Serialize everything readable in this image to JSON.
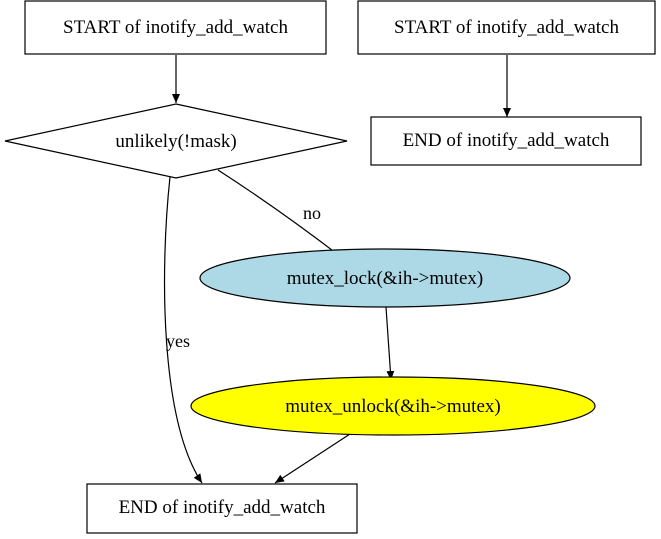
{
  "diagram": {
    "nodes": {
      "start_left": {
        "label": "START of inotify_add_watch",
        "shape": "box"
      },
      "start_right": {
        "label": "START of inotify_add_watch",
        "shape": "box"
      },
      "end_right": {
        "label": "END of inotify_add_watch",
        "shape": "box"
      },
      "decision": {
        "label": "unlikely(!mask)",
        "shape": "diamond"
      },
      "mutex_lock": {
        "label": "mutex_lock(&ih->mutex)",
        "shape": "ellipse",
        "fill": "#add8e6"
      },
      "mutex_unlock": {
        "label": "mutex_unlock(&ih->mutex)",
        "shape": "ellipse",
        "fill": "#ffff00"
      },
      "end_left": {
        "label": "END of inotify_add_watch",
        "shape": "box"
      }
    },
    "edges": {
      "no": {
        "from": "decision",
        "to": "mutex_lock",
        "label": "no"
      },
      "yes": {
        "from": "decision",
        "to": "end_left",
        "label": "yes"
      }
    }
  }
}
